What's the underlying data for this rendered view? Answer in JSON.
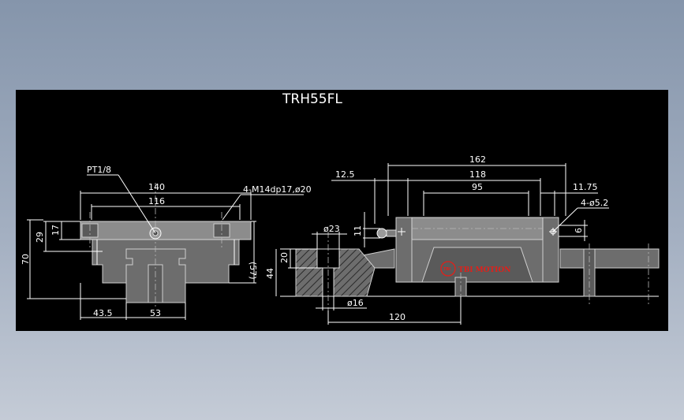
{
  "drawing": {
    "title": "TRH55FL",
    "front_view": {
      "grease_nipple_label": "PT1/8",
      "dim_140": "140",
      "dim_116": "116",
      "hole_callout": "4-M14dp17,ø20",
      "dim_29": "29",
      "dim_17": "17",
      "dim_70": "70",
      "dim_57": "(57)",
      "dim_43_5": "43.5",
      "dim_53": "53"
    },
    "side_view": {
      "dim_12_5": "12.5",
      "dim_162": "162",
      "dim_118": "118",
      "dim_95": "95",
      "dim_11_75": "11.75",
      "hole_callout": "4-ø5.2",
      "dim_6": "6",
      "dim_11": "11",
      "dim_d23": "ø23",
      "dim_20": "20",
      "dim_44": "44",
      "dim_d16": "ø16",
      "dim_120": "120",
      "logo_mark": "TBI",
      "logo_text": "TBI MOTION"
    }
  },
  "colors": {
    "sheet": "#000000",
    "lines": "#ffffff",
    "part_fill": "#6d6d6d",
    "logo": "#e0201a",
    "desktop_gradient": [
      "#8595ab",
      "#c4cbd6"
    ]
  }
}
